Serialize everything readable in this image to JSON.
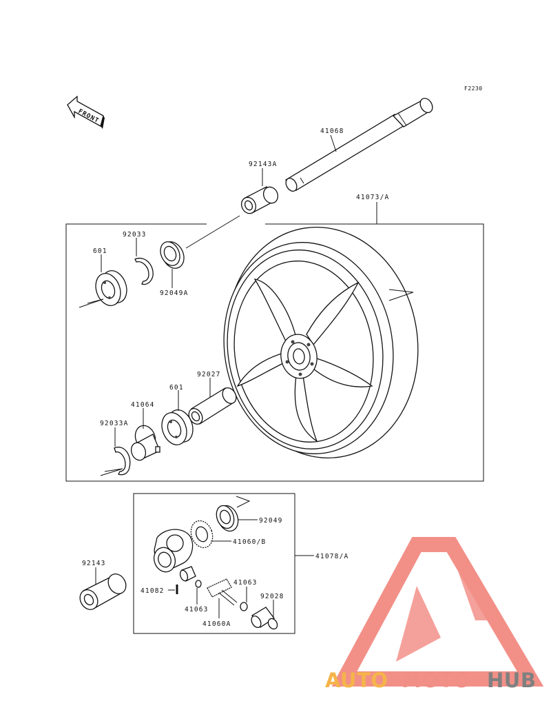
{
  "diagram_code": "F2230",
  "front_label": "FRONT",
  "parts": {
    "p41068": "41068",
    "p92143A": "92143A",
    "p41073A": "41073/A",
    "p92033": "92033",
    "p601_top": "601",
    "p92049A": "92049A",
    "p92027": "92027",
    "p601_bottom": "601",
    "p41064": "41064",
    "p92033A": "92033A",
    "p92049": "92049",
    "p41060B": "41060/B",
    "p41078A": "41078/A",
    "p92143": "92143",
    "p41063_right": "41063",
    "p92028": "92028",
    "p41082": "41082",
    "p41063_left": "41063",
    "p41060A": "41060A"
  },
  "watermark": {
    "part1": "AUTO",
    "part2": "MOTO",
    "part3": "HUB",
    "colors": {
      "auto": "#f5b041",
      "moto": "#f08a80",
      "hub": "#7a7a7a",
      "triangle": "#f28b82"
    }
  }
}
